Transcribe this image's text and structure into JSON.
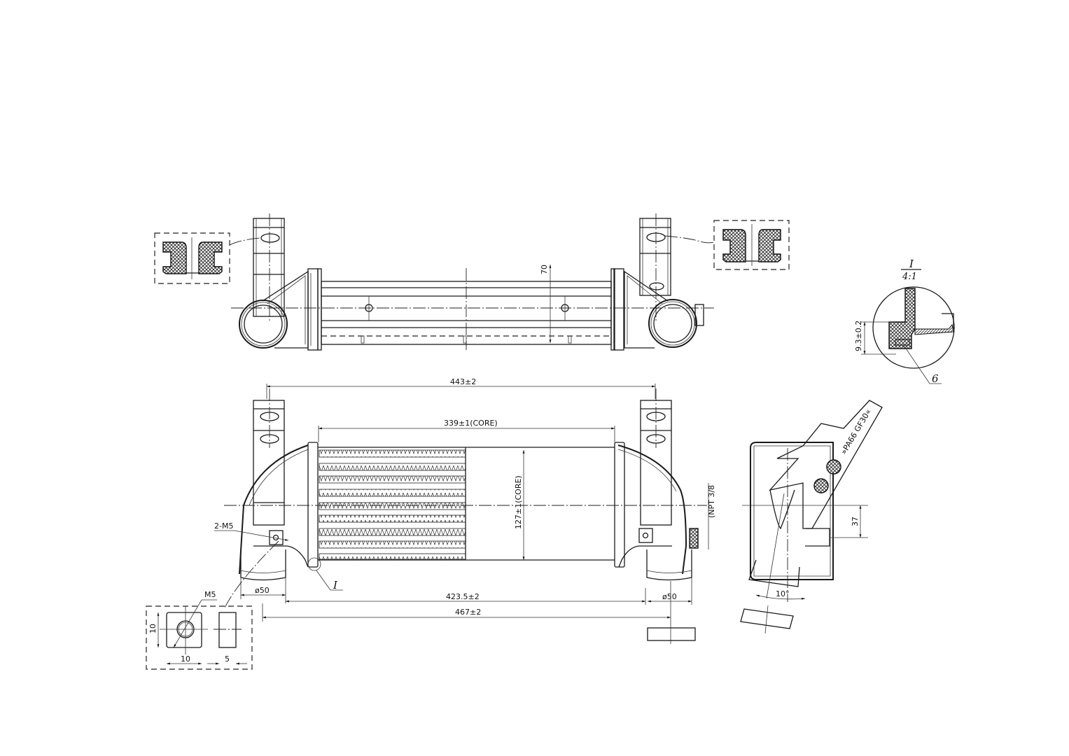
{
  "drawing": {
    "subject": "Intercooler technical drawing",
    "views": [
      "top-view",
      "front-view",
      "side-view",
      "detail-I",
      "bushing-sections",
      "nut-detail"
    ]
  },
  "top_view": {
    "dim_height": "70"
  },
  "front_view": {
    "dim_overall_top": "443±2",
    "dim_core_width": "339±1(CORE)",
    "dim_core_height": "127±1(CORE)",
    "thread_port": "(NPT 3/8",
    "bolt_callout": "2-M5",
    "detail_ref": "I",
    "dim_inlet_left": "ø50",
    "dim_inlet_right": "ø50",
    "dim_pipe_centers": "423.5±2",
    "dim_overall_bottom": "467±2"
  },
  "side_view": {
    "material_marking": "»PA66 GF30«",
    "dim_offset": "37",
    "angle": "10°"
  },
  "detail_I": {
    "label": "I",
    "scale": "4:1",
    "dim_seal": "9.3±0.2",
    "part_ref": "6"
  },
  "nut_detail": {
    "thread": "M5",
    "dim_height": "10",
    "dim_width": "10",
    "dim_thickness": "5"
  }
}
